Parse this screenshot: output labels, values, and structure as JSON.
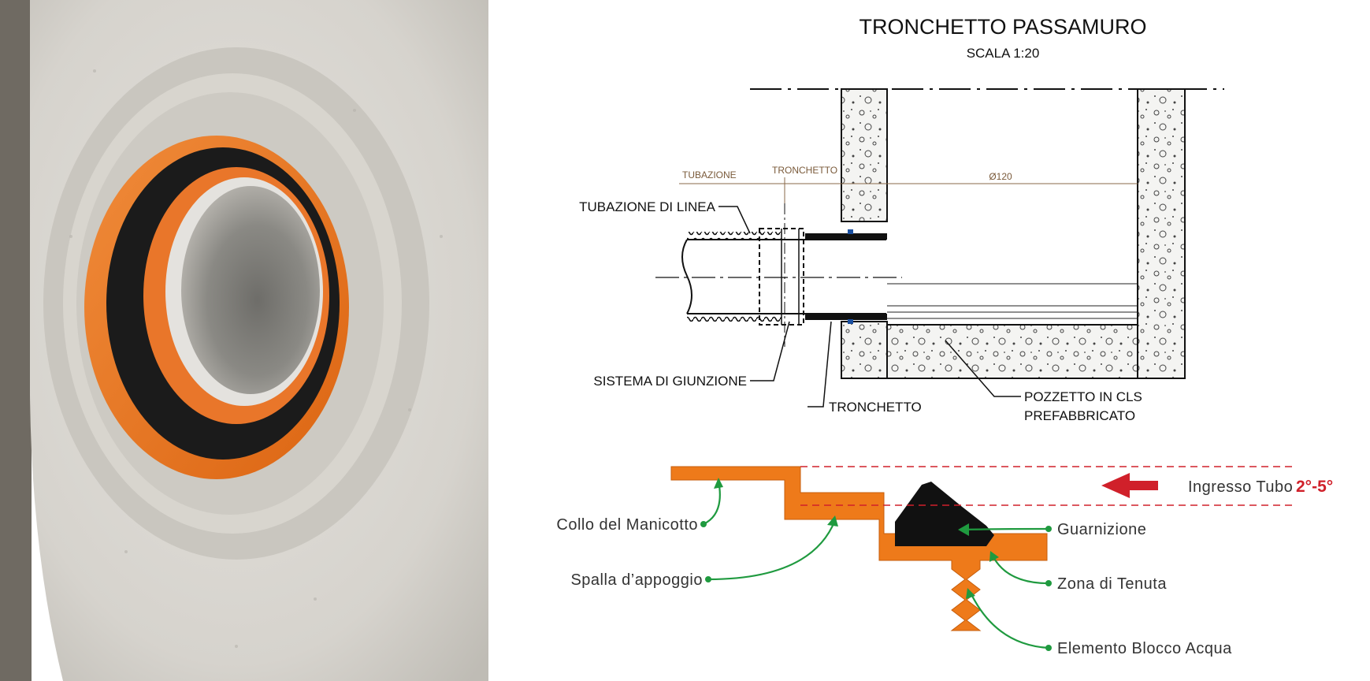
{
  "drawing": {
    "title": "TRONCHETTO PASSAMURO",
    "scale": "SCALA 1:20",
    "dim_tubazione": "TUBAZIONE",
    "dim_tronchetto": "TRONCHETTO",
    "dim_diameter": "Ø120",
    "label_tubazione_linea": "TUBAZIONE DI LINEA",
    "label_sistema_giunzione": "SISTEMA DI GIUNZIONE",
    "label_tronchetto": "TRONCHETTO",
    "label_pozzetto_1": "POZZETTO IN CLS",
    "label_pozzetto_2": "PREFABBRICATO"
  },
  "detail": {
    "collo": "Collo del Manicotto",
    "spalla": "Spalla d’appoggio",
    "guarnizione": "Guarnizione",
    "zona_tenuta": "Zona di Tenuta",
    "elemento_blocco": "Elemento Blocco Acqua",
    "ingresso_text": "Ingresso Tubo",
    "ingresso_angle": "2°-5°"
  },
  "colors": {
    "orange": "#ee7a1a",
    "seal_black": "#111111",
    "arrow_red": "#d0202a",
    "leader_green": "#1f9a3f",
    "concrete": "#cfccc5"
  },
  "icons": {
    "arrow": "left-arrow-icon",
    "leader_dot": "dot-icon"
  }
}
